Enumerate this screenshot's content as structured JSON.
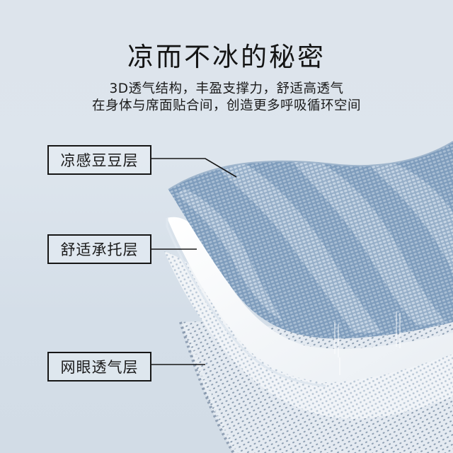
{
  "header": {
    "title": "凉而不冰的秘密",
    "subtitle_lines": [
      "3D透气结构，丰盈支撑力，舒适高透气",
      "在身体与席面贴合间，创造更多呼吸循环空间"
    ]
  },
  "layers": [
    {
      "label": "凉感豆豆层",
      "color": "#7d9bbb",
      "pattern": "raised-bead-wave"
    },
    {
      "label": "舒适承托层",
      "color": "#f4f6f8",
      "pattern": "solid-white-foam"
    },
    {
      "label": "网眼透气层",
      "color": "#dfe6ee",
      "pattern": "mesh-grid"
    }
  ],
  "colors": {
    "background": "#dde4ec",
    "top_layer_blue": "#7d9bbb",
    "top_layer_light": "#a7bdd4",
    "middle_layer_white": "#f5f7f9",
    "mesh_layer": "#d8e0e9",
    "text": "#1a1a1a",
    "label_border": "#161616"
  }
}
